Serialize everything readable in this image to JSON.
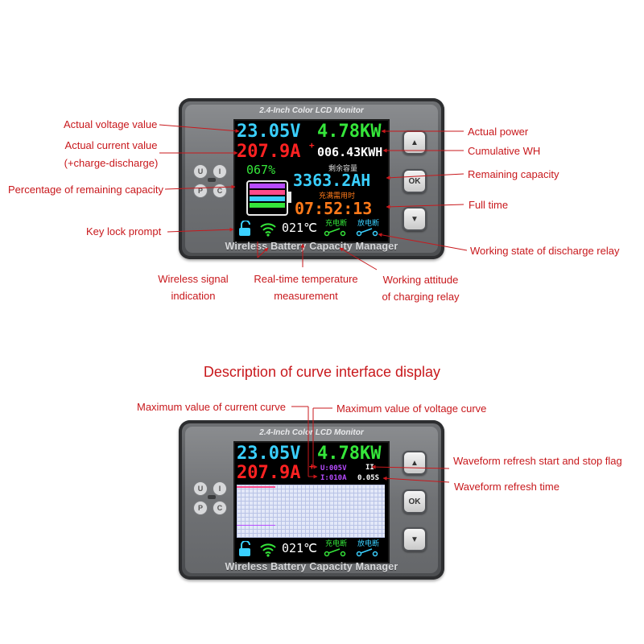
{
  "heading": "Description of curve interface display",
  "device": {
    "title": "2.4-Inch Color LCD Monitor",
    "footer": "Wireless Battery Capacity Manager",
    "side_keys": [
      "U",
      "I",
      "P",
      "C"
    ],
    "buttons": {
      "up": "▲",
      "ok": "OK",
      "down": "▼"
    }
  },
  "screen_main": {
    "voltage": "23.05V",
    "power": "4.78KW",
    "current": "207.9A",
    "current_sign": "+",
    "energy": "006.43KWH",
    "percent": "067%",
    "remain_caption": "剩余容量",
    "capacity": "3363.2AH",
    "time_caption": "充满需用时",
    "time": "07:52:13",
    "temperature": "021℃",
    "charge_relay": "充电断",
    "discharge_relay": "放电断"
  },
  "screen_curve": {
    "voltage": "23.05V",
    "power": "4.78KW",
    "current": "207.9A",
    "current_sign": "+",
    "u_max": "U:005V",
    "i_max": "I:010A",
    "refresh_flag": "II",
    "refresh_time": "0.05S",
    "temperature": "021℃",
    "charge_relay": "充电断",
    "discharge_relay": "放电断"
  },
  "labels_top": {
    "actual_voltage": "Actual voltage value",
    "actual_current": "Actual current value",
    "charge_discharge": "(+charge-discharge)",
    "percentage": "Percentage of remaining capacity",
    "key_lock": "Key lock prompt",
    "wireless_1": "Wireless signal",
    "wireless_2": "indication",
    "temp_1": "Real-time temperature",
    "temp_2": "measurement",
    "charging_1": "Working attitude",
    "charging_2": "of charging relay",
    "actual_power": "Actual power",
    "cumulative_wh": "Cumulative WH",
    "remaining_capacity": "Remaining capacity",
    "full_time": "Full time",
    "discharge_relay": "Working state of discharge relay"
  },
  "labels_bottom": {
    "max_current": "Maximum value of current curve",
    "max_voltage": "Maximum value of voltage curve",
    "refresh_flag": "Waveform refresh start and stop flag",
    "refresh_time": "Waveform refresh time"
  },
  "colors": {
    "annotation": "#c8181c",
    "voltage": "#3ad0ff",
    "power": "#35e63a",
    "current": "#ff2222",
    "energy": "#ffffff",
    "capacity": "#3ad0ff",
    "time": "#ff7a1a",
    "relay": "#35e63a"
  }
}
